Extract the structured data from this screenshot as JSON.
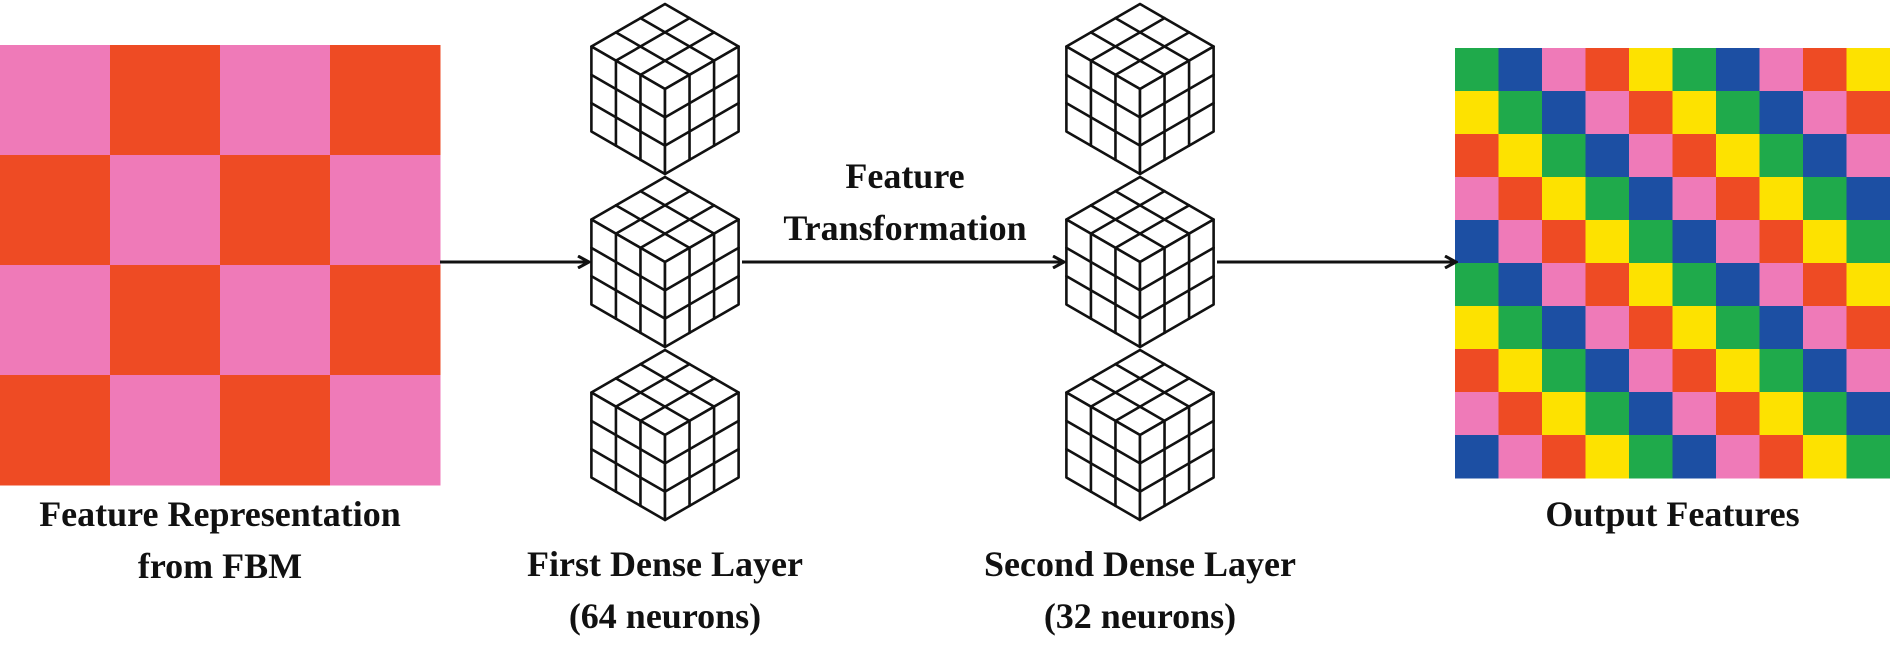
{
  "input_panel": {
    "label_line1": "Feature Representation",
    "label_line2": "from FBM",
    "rows": 4,
    "cols": 4,
    "colors": [
      "#ef7ab8",
      "#ee4b24"
    ]
  },
  "first_dense_layer": {
    "label_line1": "First Dense Layer",
    "label_line2": "(64 neurons)",
    "cube_count": 3
  },
  "transformation": {
    "label_line1": "Feature",
    "label_line2": "Transformation"
  },
  "second_dense_layer": {
    "label_line1": "Second Dense Layer",
    "label_line2": "(32 neurons)",
    "cube_count": 3
  },
  "output_panel": {
    "label": "Output Features",
    "rows": 10,
    "cols": 10,
    "colors": [
      "#1faa4b",
      "#1c4fa3",
      "#ef7ab8",
      "#ee4b24",
      "#fde200"
    ]
  },
  "colors": {
    "stroke": "#111111",
    "background": "#ffffff"
  }
}
